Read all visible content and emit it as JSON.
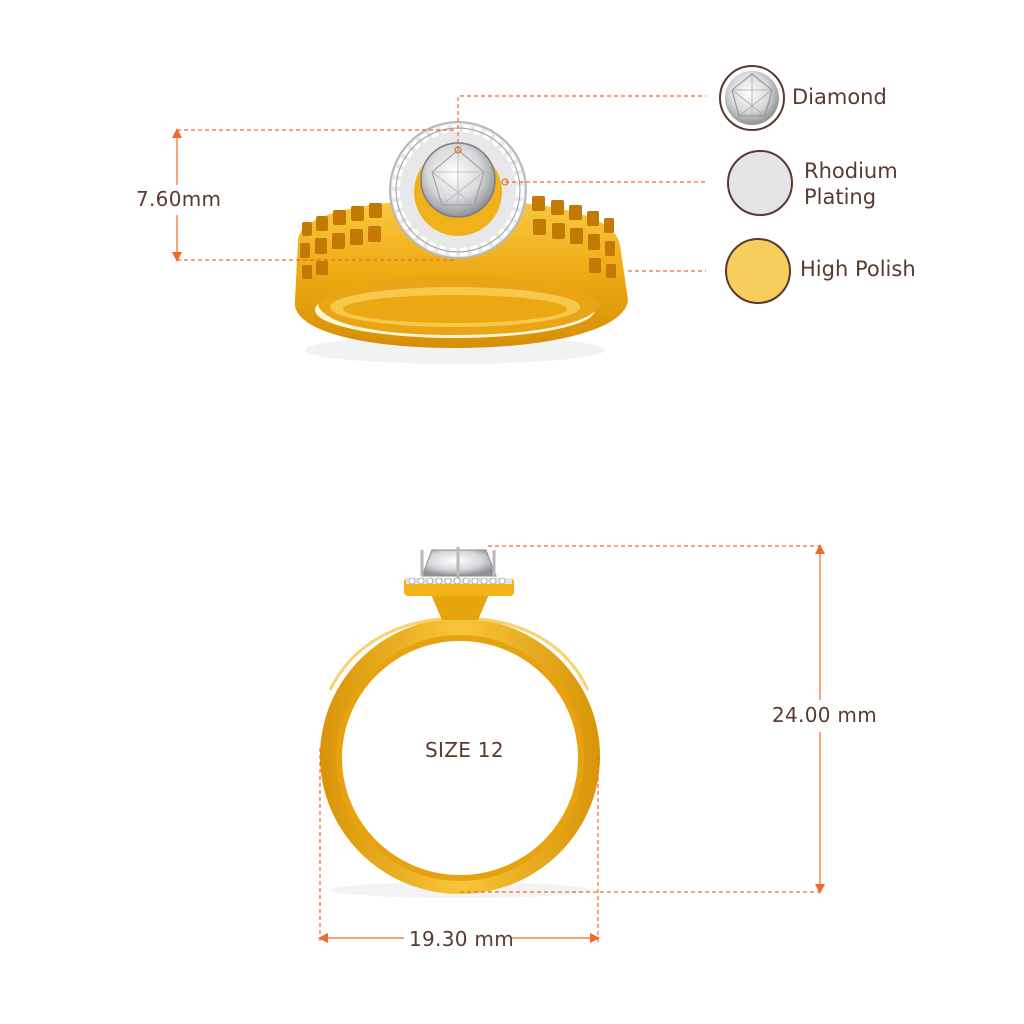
{
  "dimensions": {
    "height_top": "7.60mm",
    "height_side": "24.00 mm",
    "width_side": "19.30 mm",
    "size": "SIZE 12"
  },
  "legend": [
    {
      "label": "Diamond",
      "icon": "diamond-swatch-icon"
    },
    {
      "label": "Rhodium\nPlating",
      "icon": "rhodium-swatch-icon"
    },
    {
      "label": "High Polish",
      "icon": "high-polish-swatch-icon"
    }
  ],
  "colors": {
    "dimension_line": "#ee6a2a",
    "text": "#5a3a30",
    "gold": "#f2b316",
    "gold_dark": "#c98a07",
    "rhodium": "#e4e4e6",
    "swatch_border": "#5a3a30",
    "polish": "#f7cd5d"
  }
}
